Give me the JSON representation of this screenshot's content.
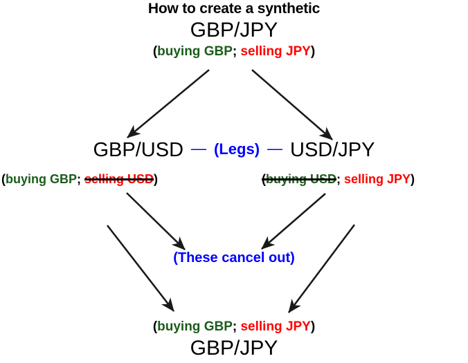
{
  "title": {
    "line1": "How to create a synthetic",
    "pair": "GBP/JPY",
    "open_paren": "(",
    "buy_leg": "buying GBP",
    "separator": "; ",
    "sell_leg": "selling JPY",
    "close_paren": ")"
  },
  "legs": {
    "left_pair": "GBP/USD",
    "dash_left": "—",
    "label": "(Legs)",
    "dash_right": "—",
    "right_pair": "USD/JPY",
    "left_detail": {
      "open_paren": "(",
      "buy": "buying GBP",
      "separator": "; ",
      "sell_cancelled": "selling USD",
      "close_paren": ")"
    },
    "right_detail": {
      "open_paren": "(",
      "buy_cancelled": "buying USD",
      "separator": "; ",
      "sell": "selling JPY",
      "close_paren": ")"
    }
  },
  "cancel_note": "(These cancel out)",
  "result": {
    "open_paren": "(",
    "buy_leg": "buying GBP",
    "separator": "; ",
    "sell_leg": "selling JPY",
    "close_paren": ")",
    "pair": "GBP/JPY"
  },
  "colors": {
    "buy": "#1a5c1a",
    "sell": "#ff0000",
    "accent": "#0000ff",
    "text": "#000000",
    "background": "#ffffff"
  }
}
